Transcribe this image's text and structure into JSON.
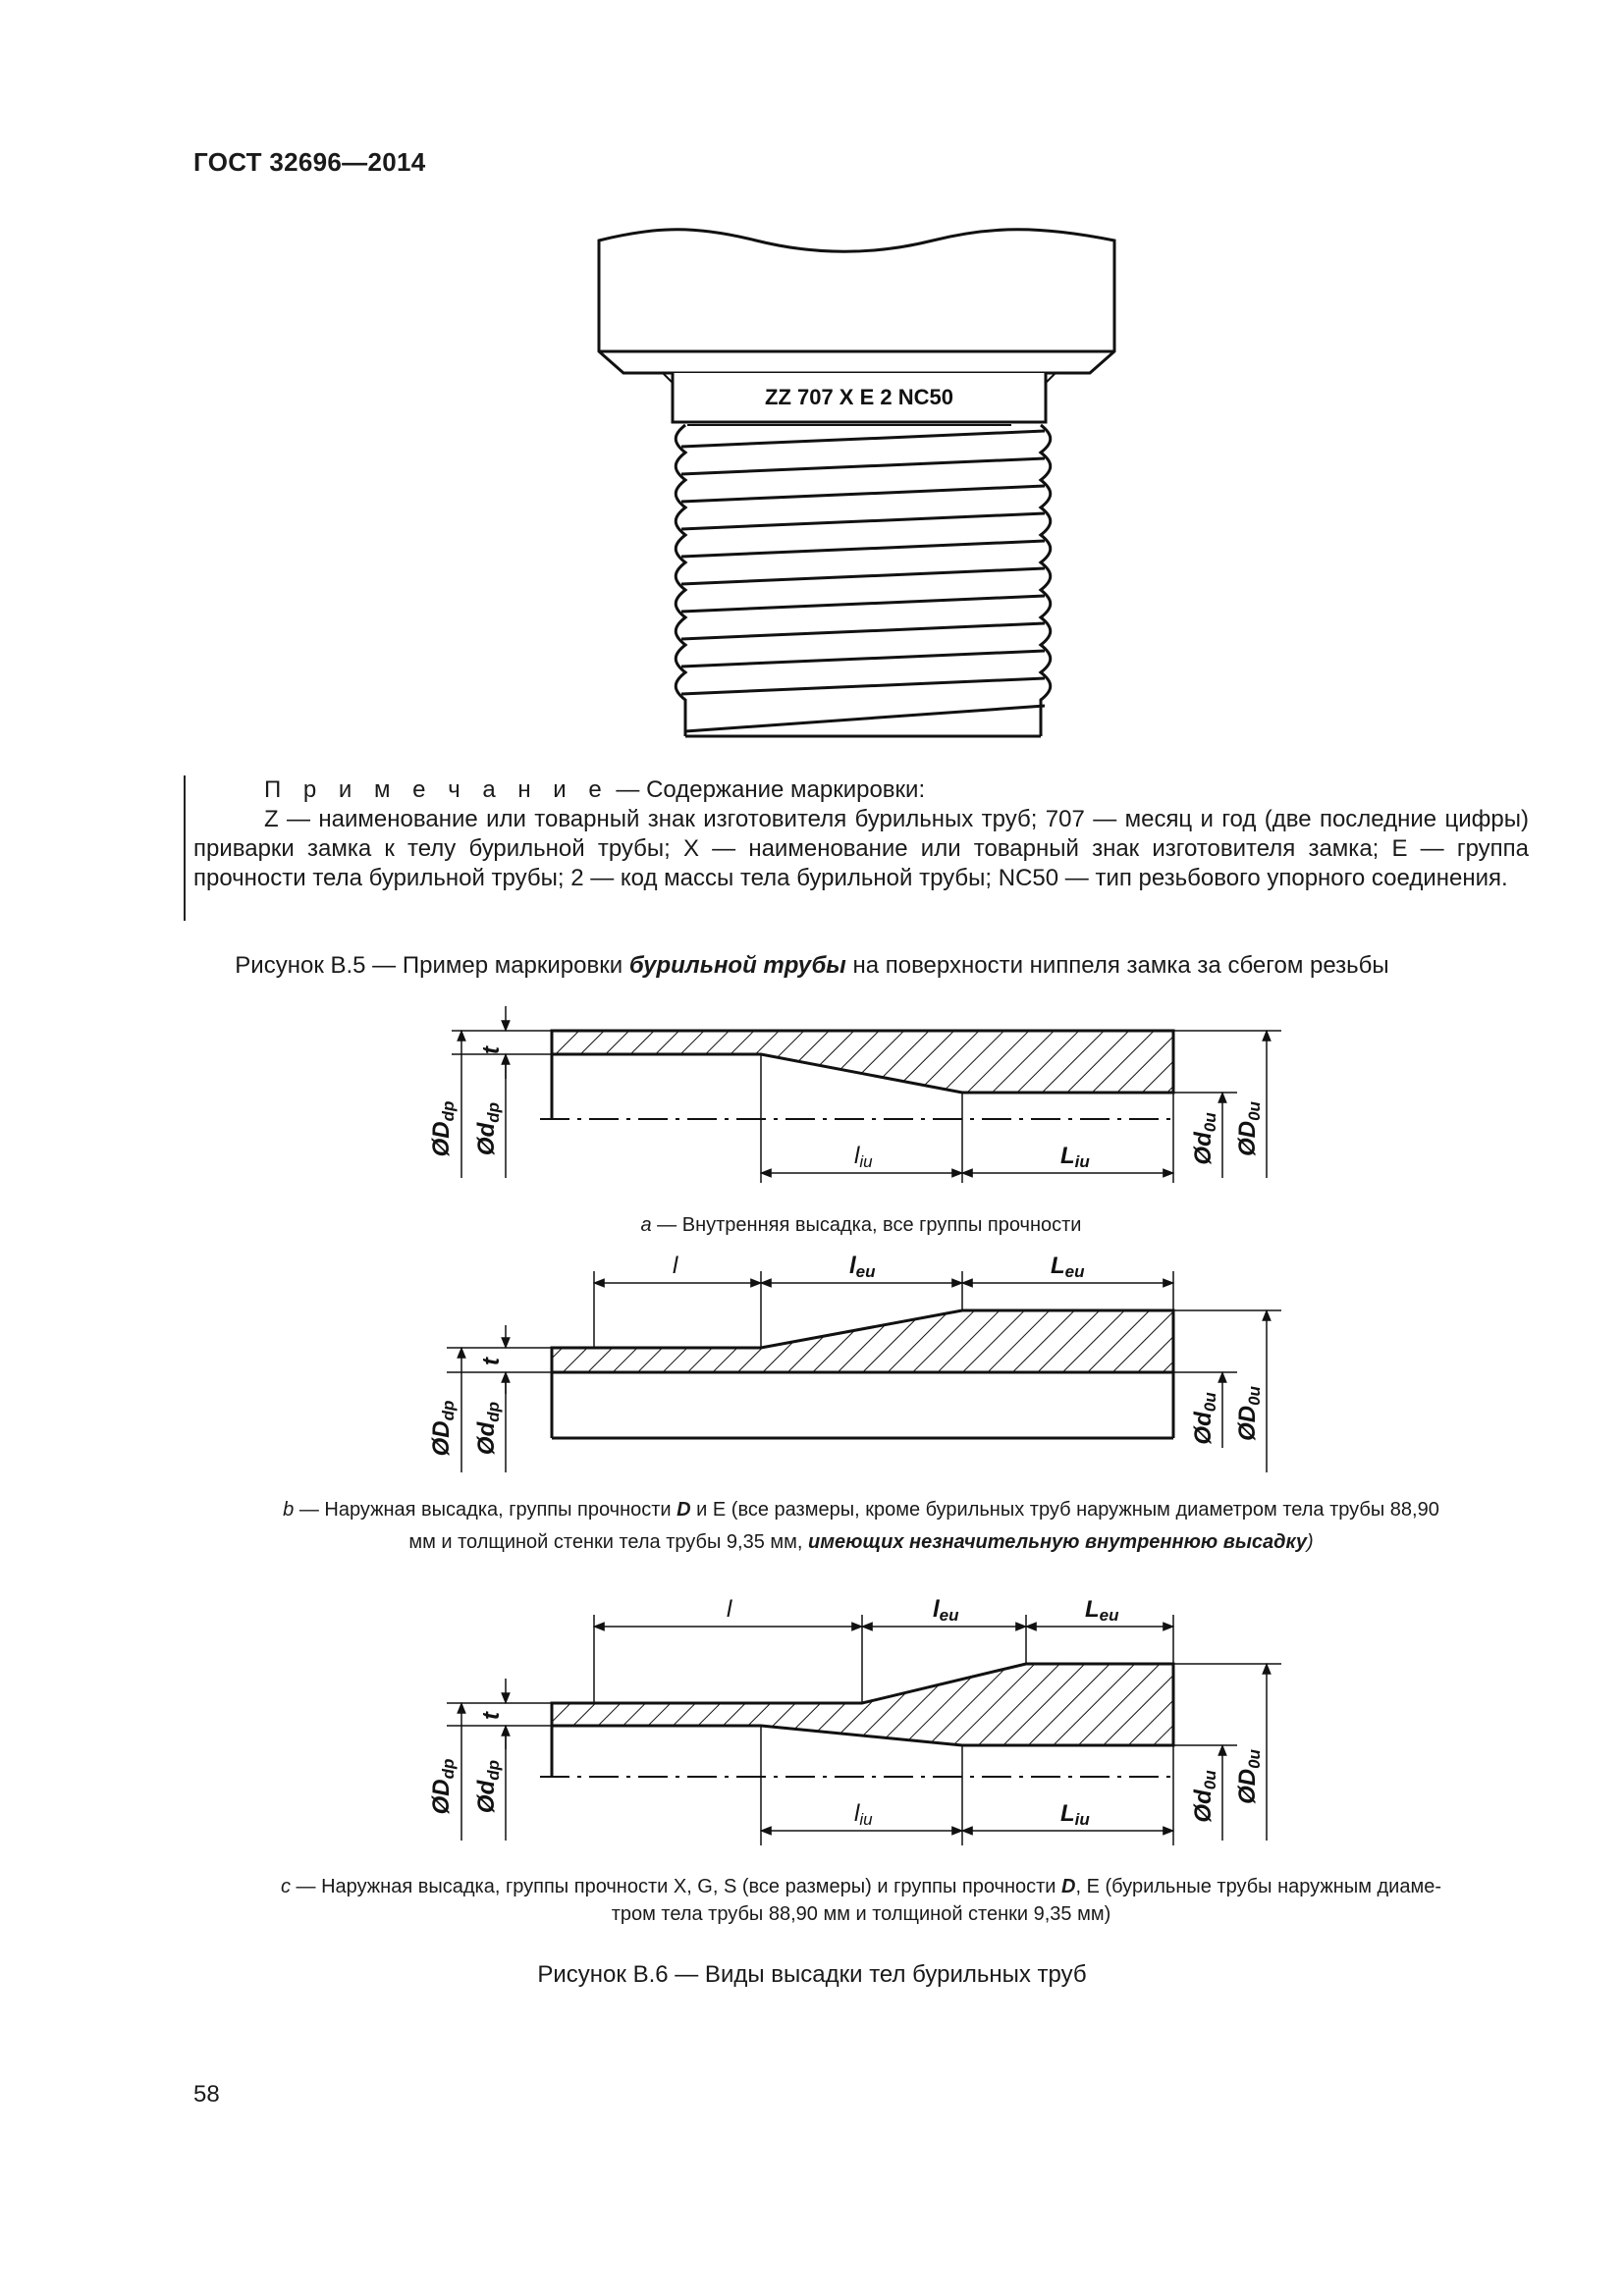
{
  "header": {
    "standard": "ГОСТ 32696—2014"
  },
  "figure_b5": {
    "marking_text": "ZZ 707 X E 2 NC50",
    "note_title_spaced": "П р и м е ч а н и е",
    "note_title_rest": " — Содержание маркировки:",
    "note_body": "Z — наименование или товарный знак изготовителя бурильных труб; 707 — месяц и год (две последние цифры) приварки замка к телу бурильной трубы; X — наименование или товарный знак изготовителя замка; E — группа прочности тела бурильной трубы; 2 — код массы тела бурильной трубы; NC50 — тип резьбового упорного соединения.",
    "caption_pre": "Рисунок В.5 — Пример маркировки ",
    "caption_bold": "бурильной трубы",
    "caption_post": " на поверхности ниппеля замка за сбегом резьбы"
  },
  "figure_b6": {
    "labels": {
      "t": "t",
      "Ddp": "ØD",
      "Ddp_sub": "dp",
      "ddp": "Ød",
      "ddp_sub": "dp",
      "d0u": "Ød",
      "d0u_sub": "0u",
      "D0u": "ØD",
      "D0u_sub": "0u",
      "liu": "l",
      "liu_sub": "iu",
      "Liu": "L",
      "Liu_sub": "iu",
      "l": "l",
      "leu": "l",
      "leu_sub": "eu",
      "Leu": "L",
      "Leu_sub": "eu"
    },
    "sub_a_letter": "a",
    "sub_a_text": " — Внутренняя высадка, все группы прочности",
    "sub_b_letter": "b",
    "sub_b_text1": " — Наружная высадка, группы прочности ",
    "sub_b_bold_D": "D",
    "sub_b_text2": " и E (все размеры, кроме бурильных труб наружным диаметром тела трубы 88,90",
    "sub_b_text3": "мм и толщиной стенки тела трубы 9,35 мм, ",
    "sub_b_bold_italic": "имеющих незначительную внутреннюю высадку",
    "sub_b_close": ")",
    "sub_c_letter": "c",
    "sub_c_text1": " — Наружная высадка, группы прочности X, G, S (все размеры) и группы прочности ",
    "sub_c_bold_D": "D",
    "sub_c_text2": ", E (бурильные трубы наружным диаме-",
    "sub_c_text3": "тром тела трубы 88,90 мм и толщиной стенки 9,35 мм)",
    "caption": "Рисунок В.6 — Виды высадки тел бурильных труб"
  },
  "page_number": "58"
}
